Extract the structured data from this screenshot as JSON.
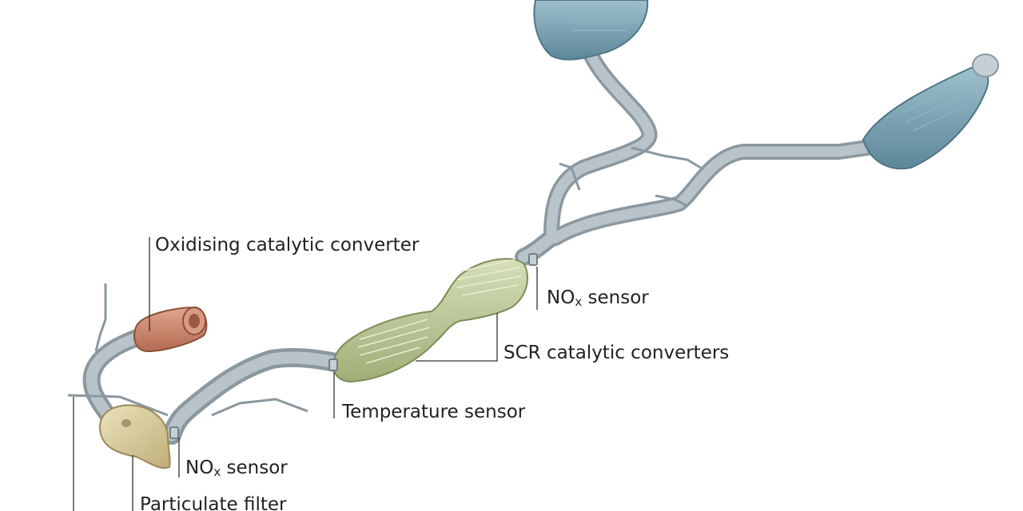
{
  "labels": {
    "oxidising": "Oxidising catalytic converter",
    "nox_rear_main": "NO",
    "nox_rear_sub": "x",
    "nox_rear_suffix": " sensor",
    "scr": "SCR catalytic converters",
    "temperature": "Temperature sensor",
    "nox_front_main": "NO",
    "nox_front_sub": "x",
    "nox_front_suffix": " sensor",
    "particulate": "Particulate filter"
  },
  "colors": {
    "pipe": "#a9b6bc",
    "pipe_dark": "#8a989f",
    "muffler": "#6f98a9",
    "scr": "#b9c59a",
    "oxidising": "#c9826a",
    "particulate": "#d6c99b",
    "leader": "#333333"
  }
}
